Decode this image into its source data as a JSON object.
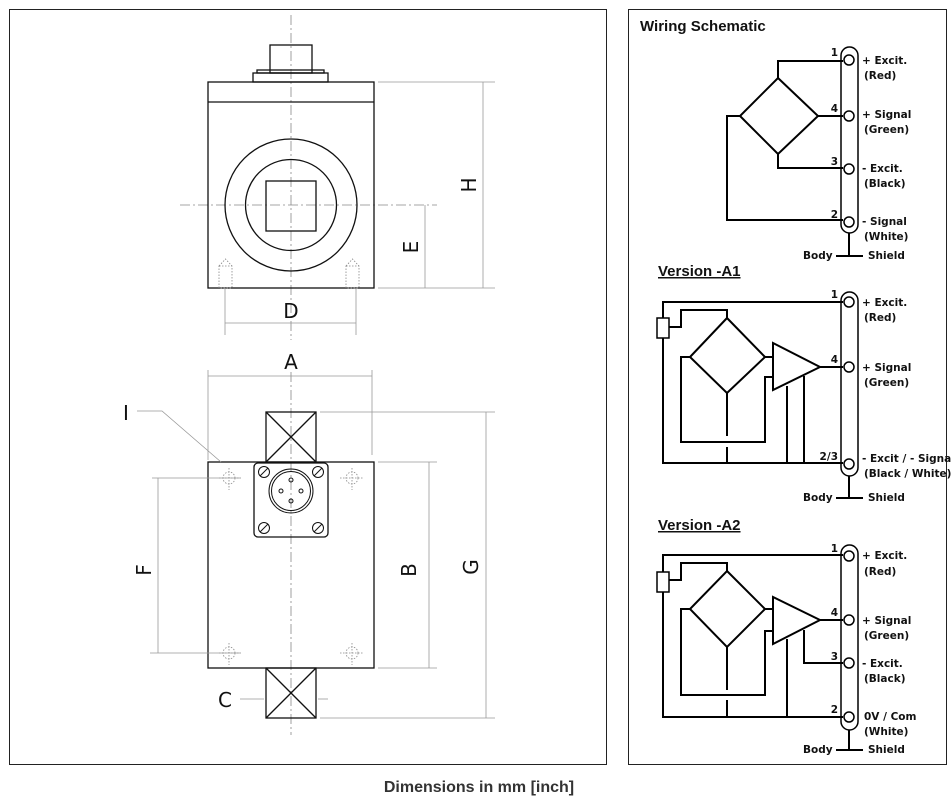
{
  "drawing": {
    "dimension_labels": {
      "A": "A",
      "B": "B",
      "C": "C",
      "D": "D",
      "E": "E",
      "F": "F",
      "G": "G",
      "H": "H",
      "I": "I"
    },
    "caption": "Dimensions in mm [inch]"
  },
  "schematic": {
    "title": "Wiring Schematic",
    "body_label": "Body",
    "shield_label": "Shield",
    "standard": {
      "terminals": [
        {
          "num": "1",
          "line1": "+ Excit.",
          "line2": "(Red)"
        },
        {
          "num": "4",
          "line1": "+ Signal",
          "line2": "(Green)"
        },
        {
          "num": "3",
          "line1": "- Excit.",
          "line2": "(Black)"
        },
        {
          "num": "2",
          "line1": "- Signal",
          "line2": "(White)"
        }
      ]
    },
    "a1": {
      "title": "Version -A1",
      "terminals": [
        {
          "num": "1",
          "line1": "+ Excit.",
          "line2": "(Red)"
        },
        {
          "num": "4",
          "line1": "+ Signal",
          "line2": "(Green)"
        },
        {
          "num": "2/3",
          "line1": "- Excit / - Signal",
          "line2": "(Black / White)"
        }
      ]
    },
    "a2": {
      "title": "Version -A2",
      "terminals": [
        {
          "num": "1",
          "line1": "+ Excit.",
          "line2": "(Red)"
        },
        {
          "num": "4",
          "line1": "+ Signal",
          "line2": "(Green)"
        },
        {
          "num": "3",
          "line1": "- Excit.",
          "line2": "(Black)"
        },
        {
          "num": "2",
          "line1": "0V / Com",
          "line2": "(White)"
        }
      ]
    }
  }
}
